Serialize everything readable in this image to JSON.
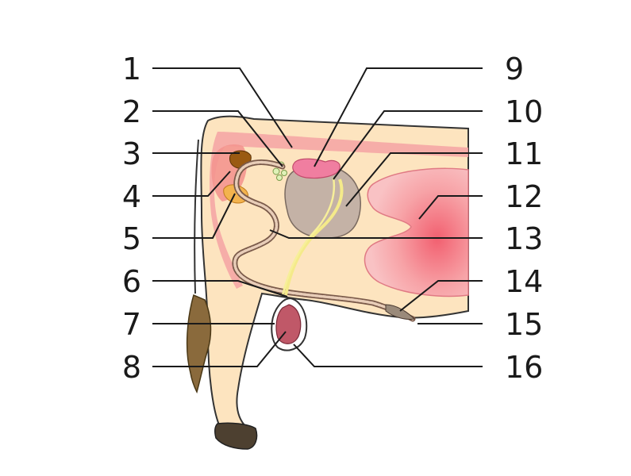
{
  "labels_left": [
    "1",
    "2",
    "3",
    "4",
    "5",
    "6",
    "7",
    "8"
  ],
  "labels_right": [
    "9",
    "10",
    "11",
    "12",
    "13",
    "14",
    "15",
    "16"
  ],
  "colors": {
    "skin": "#fde4bf",
    "outline": "#333333",
    "pink": "#f4a3a3",
    "gray_organ": "#c4b2a6",
    "red_organ": "#f7b5b5",
    "nerve": "#f7ef9a",
    "tail": "#8a6a3c",
    "hoof": "#4d4030",
    "testis": "#c05868"
  }
}
